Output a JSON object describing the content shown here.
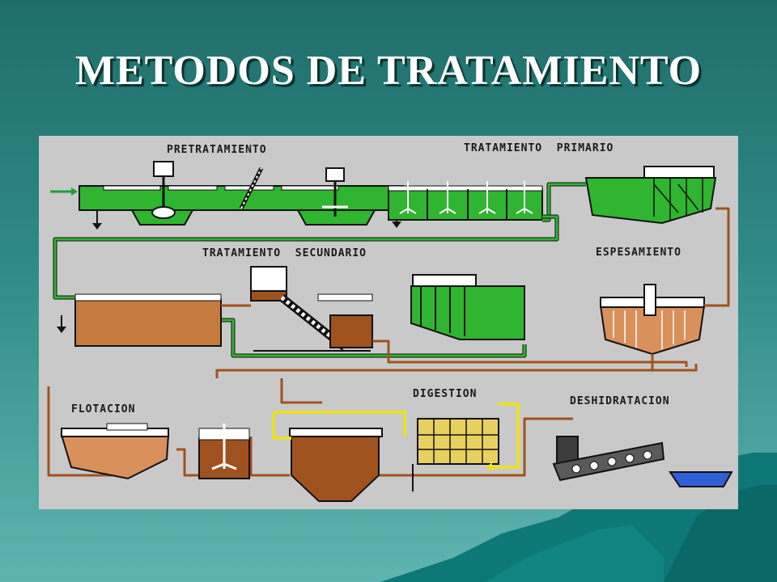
{
  "title": "METODOS DE TRATAMIENTO",
  "labels": {
    "pretratamiento": "PRETRATAMIENTO",
    "primario": "TRATAMIENTO  PRIMARIO",
    "secundario": "TRATAMIENTO  SECUNDARIO",
    "espesamiento": "ESPESAMIENTO",
    "flotacion": "FLOTACION",
    "digestion": "DIGESTION",
    "deshidratacion": "DESHIDRATACION"
  },
  "colors": {
    "water": "#2fb52f",
    "sludge_pipe": "#a0521e",
    "water_pipe": "#1e9e3a",
    "gas_pipe": "#e8e02a",
    "panel": "#c9c9c9"
  }
}
